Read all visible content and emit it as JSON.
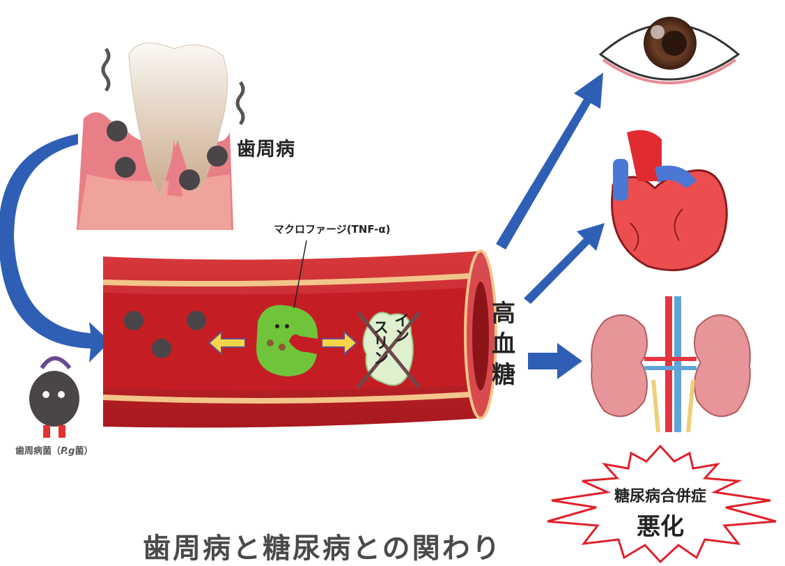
{
  "labels": {
    "periodontitis": "歯周病",
    "macrophage": "マクロファージ(TNF-α)",
    "bacteria_prefix": "歯周病菌（",
    "bacteria_italic": "P.g",
    "bacteria_suffix": "菌）",
    "insulin_col1": "イン",
    "insulin_col2": "スリン",
    "hyperglycemia": "高血糖",
    "complication": "糖尿病合併症",
    "worsening": "悪化",
    "title": "歯周病と糖尿病との関わり"
  },
  "colors": {
    "arrow_blue": "#2f5fb5",
    "vessel_outer": "#c72a2e",
    "vessel_inner": "#b31f24",
    "vessel_stripe": "#f3c58a",
    "gum": "#e97f86",
    "tooth": "#f4ede4",
    "macrophage": "#6fc43a",
    "yellow_arrow": "#f7d44a",
    "burst_red": "#e0202a"
  },
  "icons": [
    "tooth-icon",
    "bacteria-icon",
    "blood-vessel-icon",
    "macrophage-icon",
    "insulin-icon",
    "eye-icon",
    "heart-icon",
    "kidney-icon"
  ]
}
